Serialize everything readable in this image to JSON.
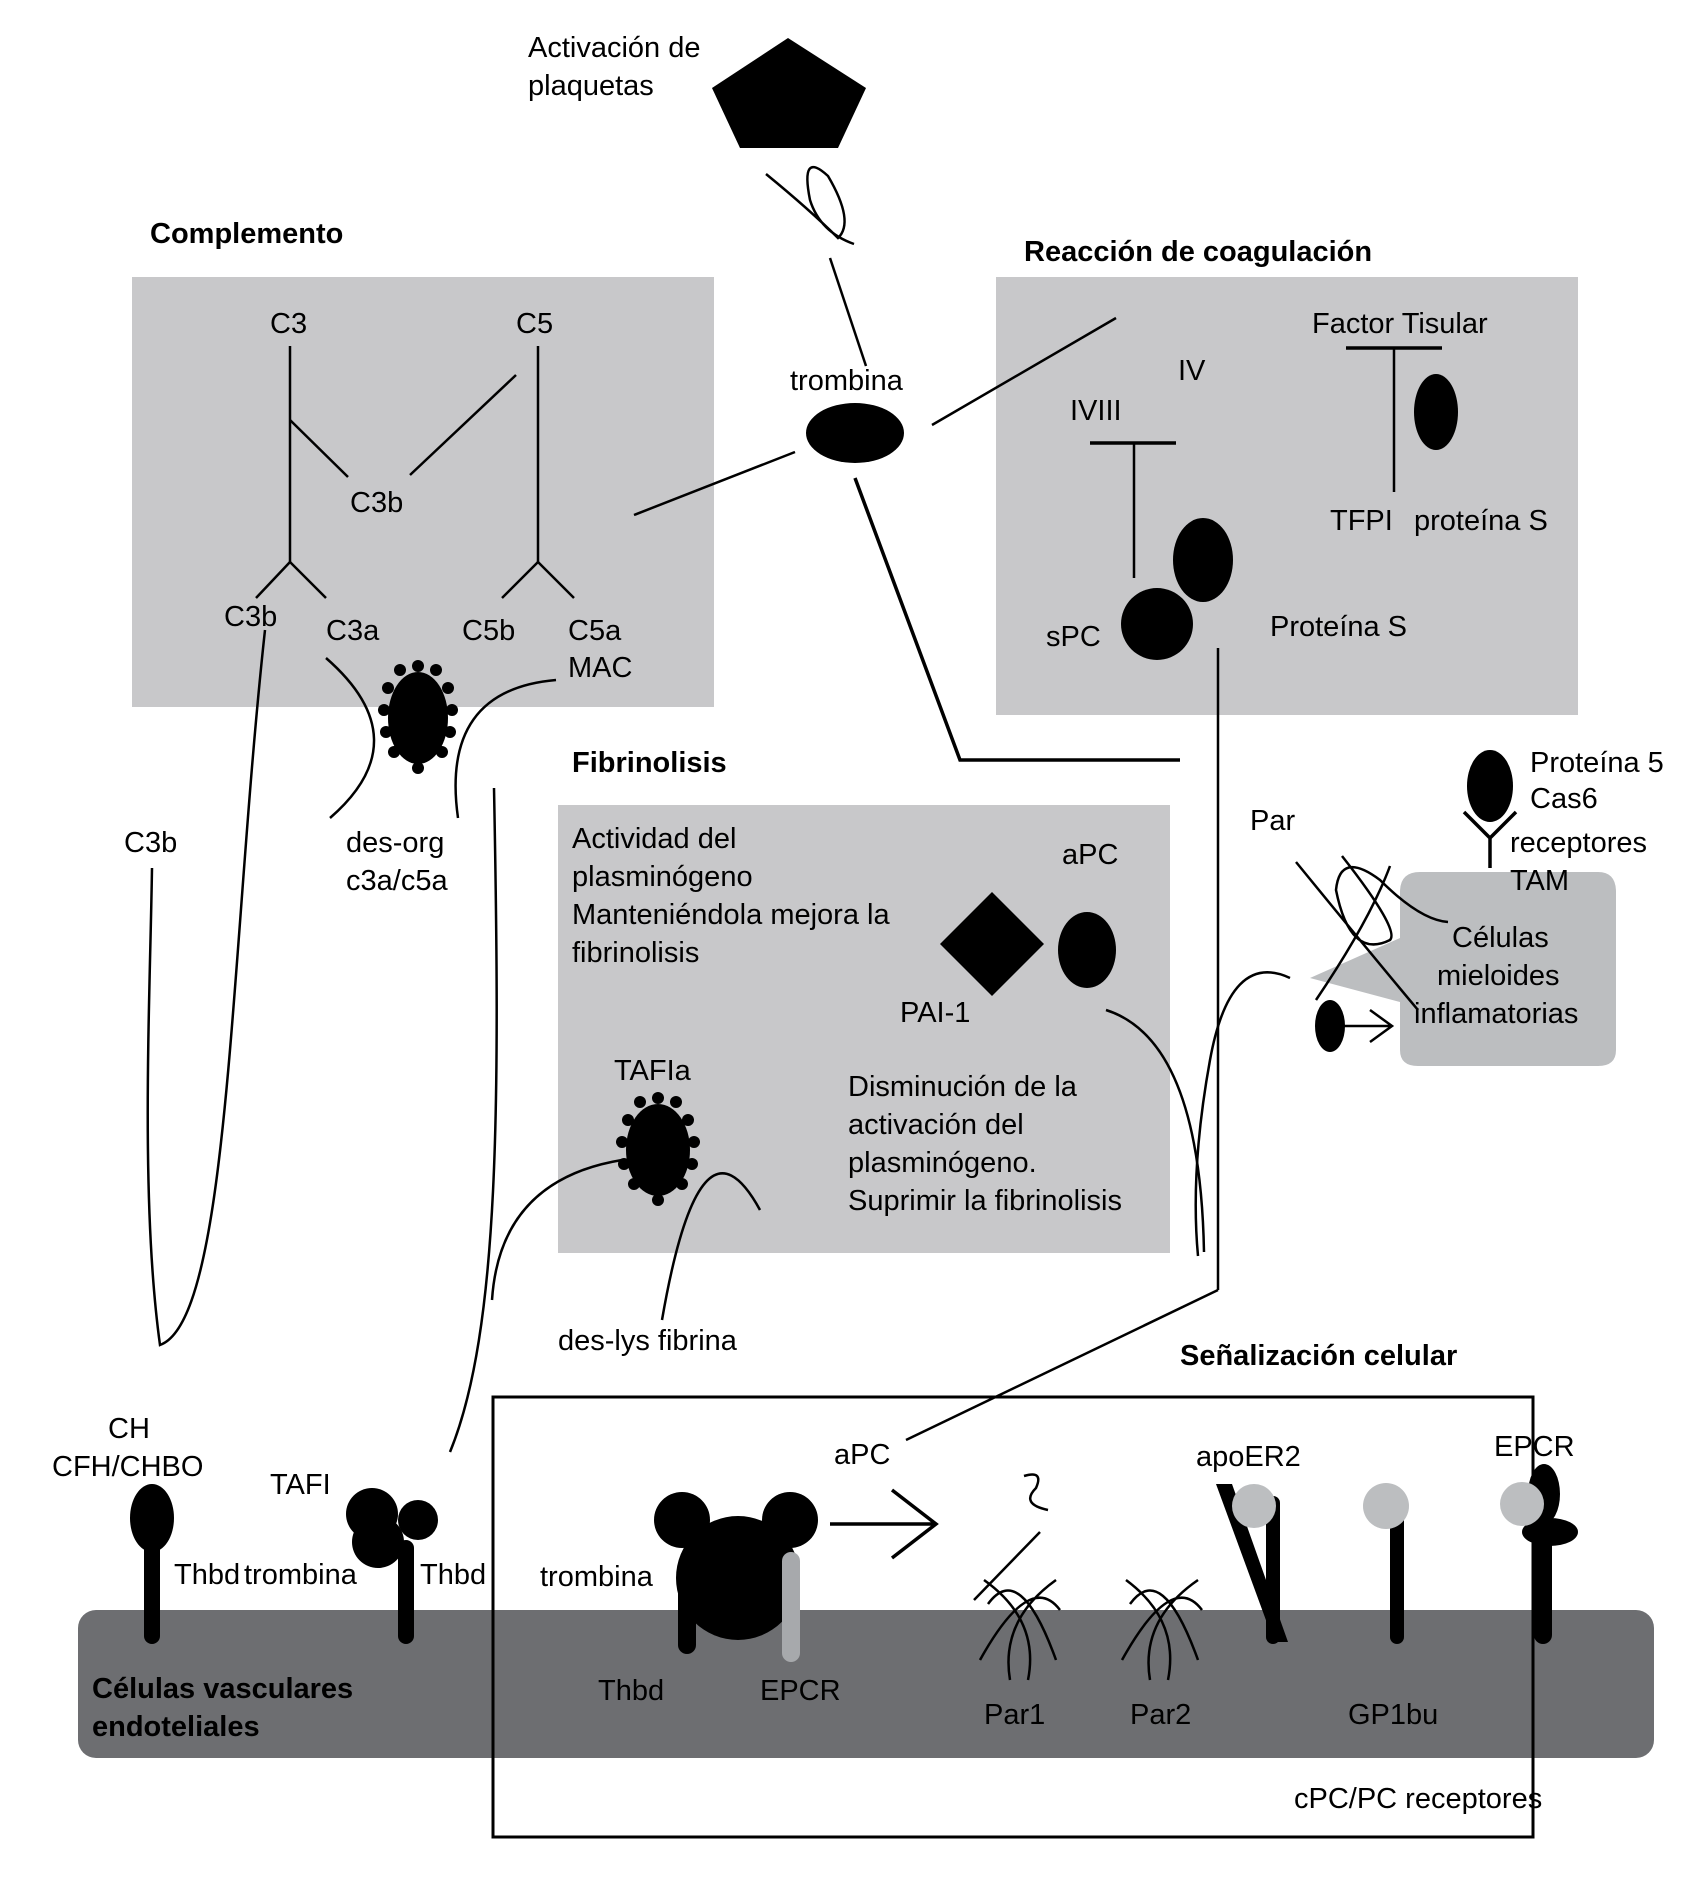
{
  "sections": {
    "complemento": "Complemento",
    "coagulacion": "Reacción de coagulación",
    "fibrinolisis": "Fibrinolisis",
    "senalizacion": "Señalización celular",
    "endotelio_1": "Células vasculares",
    "endotelio_2": "endoteliales"
  },
  "top": {
    "activacion_1": "Activación de",
    "activacion_2": "plaquetas",
    "trombina": "trombina"
  },
  "complement": {
    "c3": "C3",
    "c5": "C5",
    "c3b_mid": "C3b",
    "c3b_left": "C3b",
    "c3a": "C3a",
    "c5b": "C5b",
    "c5a": "C5a",
    "mac": "MAC",
    "des_org_1": "des-org",
    "des_org_2": "c3a/c5a",
    "c3b_outside": "C3b"
  },
  "coagulation": {
    "iv": "IV",
    "iviii": "IVIII",
    "factor_tisular": "Factor Tisular",
    "tfpi": "TFPI",
    "proteina_s_small": "proteína S",
    "spc": "sPC",
    "proteina_s": "Proteína S"
  },
  "fibrinolysis": {
    "actividad_1": "Actividad del",
    "actividad_2": "plasminógeno",
    "actividad_3": "Manteniéndola mejora la",
    "actividad_4": "fibrinolisis",
    "apc": "aPC",
    "pai1": "PAI-1",
    "tafia": "TAFIa",
    "disminucion_1": "Disminución de la",
    "disminucion_2": "activación del",
    "disminucion_3": "plasminógeno.",
    "disminucion_4": "Suprimir la fibrinolisis",
    "des_lys": "des-lys fibrina"
  },
  "myeloid": {
    "par": "Par",
    "proteina5": "Proteína 5",
    "cas6": "Cas6",
    "receptores": "receptores",
    "tam": "TAM",
    "celulas_1": "Células",
    "celulas_2": "mieloides",
    "celulas_3": "inflamatorias"
  },
  "membrane": {
    "ch": "CH",
    "cfh": "CFH/CHBO",
    "thbd_1": "Thbd",
    "trombina_1": "trombina",
    "tafi": "TAFI",
    "thbd_2": "Thbd",
    "trombina_2": "trombina",
    "thbd_3": "Thbd",
    "epcr_1": "EPCR",
    "apc": "aPC",
    "par1": "Par1",
    "par2": "Par2",
    "apoer2": "apoER2",
    "gp1bu": "GP1bu",
    "epcr_2": "EPCR",
    "receptores": "cPC/PC receptores"
  },
  "colors": {
    "panel": "#c8c8ca",
    "band": "#6d6e71",
    "light_gray": "#bcbec0",
    "ink": "#000000"
  }
}
